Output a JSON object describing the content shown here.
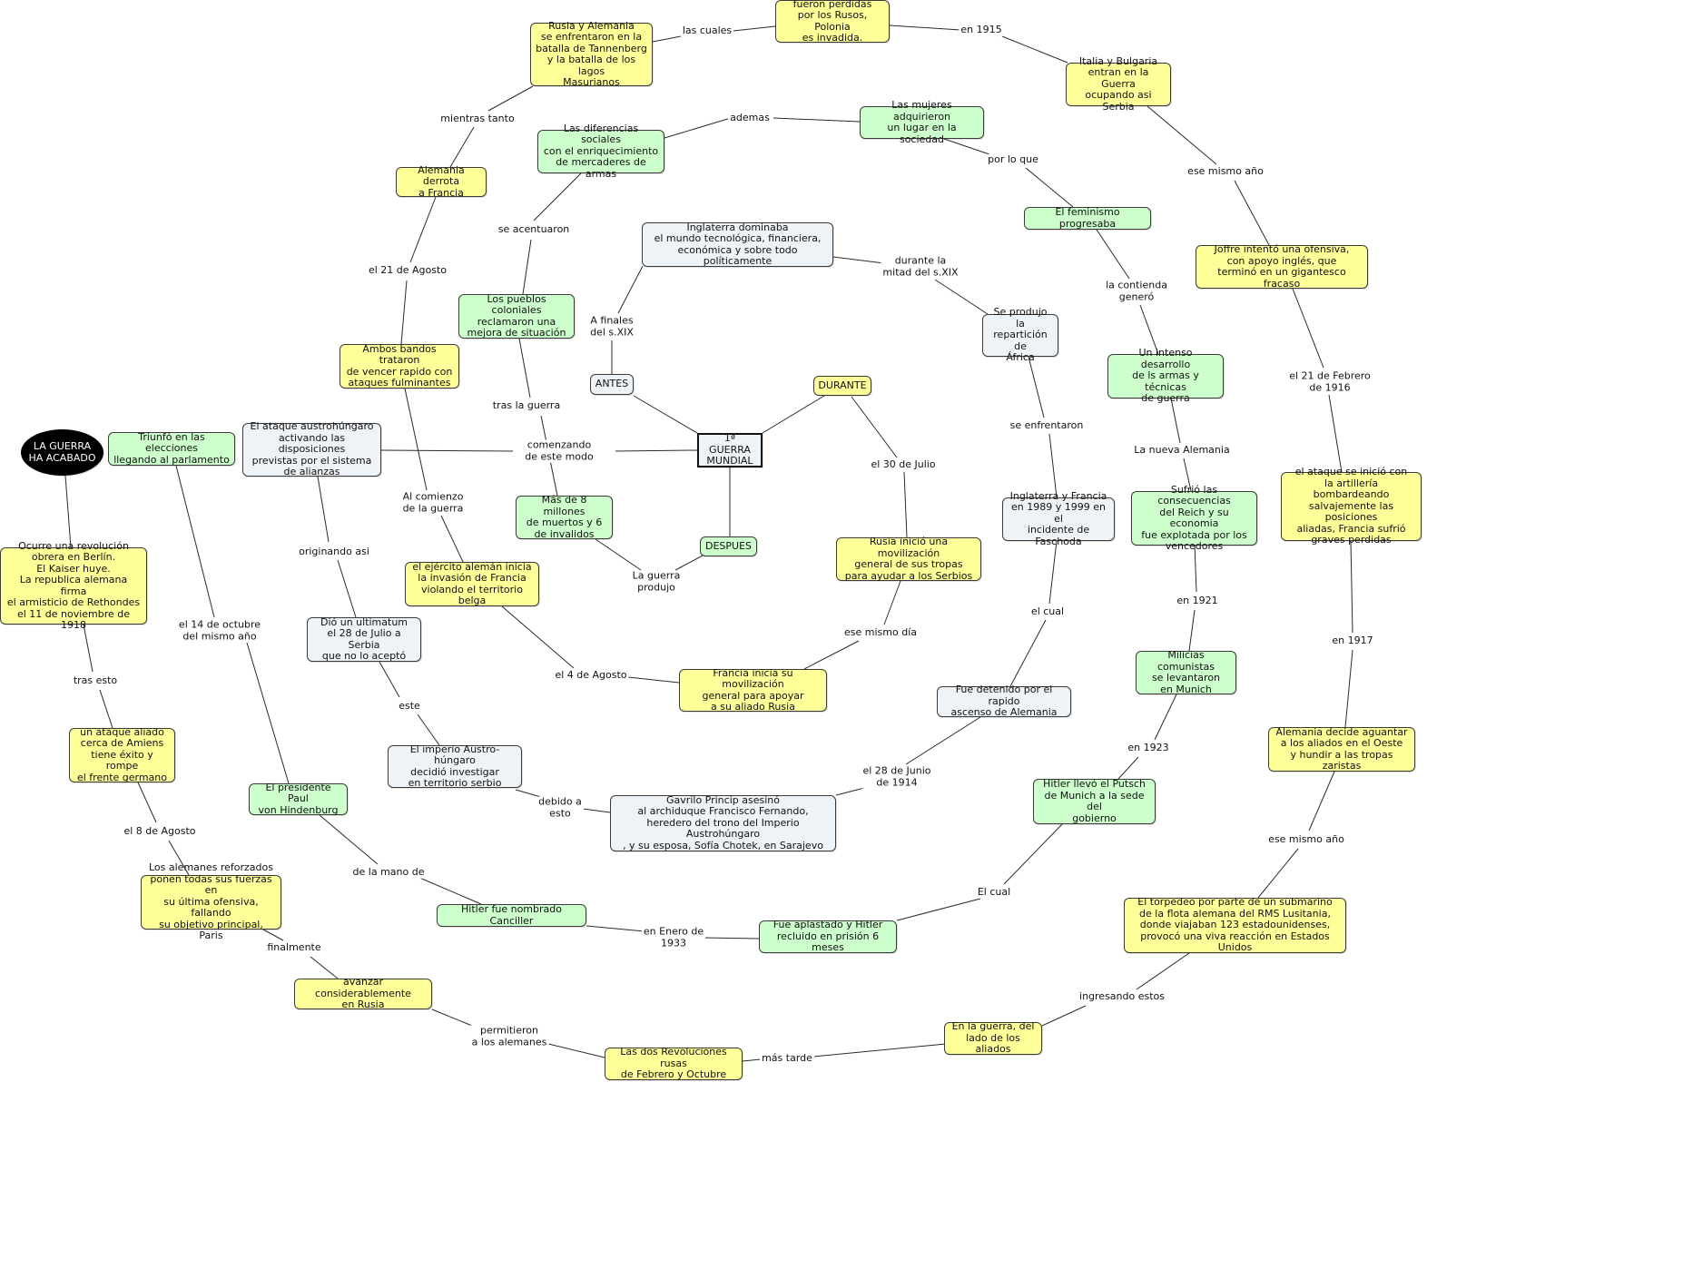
{
  "colors": {
    "yellow": "#ffff99",
    "green": "#ccffcc",
    "gray": "#eef3f7",
    "black": "#000000"
  },
  "nodes": {
    "center": "1ª GUERRA\nMUNDIAL",
    "antes": "ANTES",
    "durante": "DURANTE",
    "despues": "DESPUES",
    "inglaterra": "Inglaterra dominaba\nel mundo tecnológica, financiera,\neconómica y sobre todo políticamente",
    "reparticion": "Se produjo la\nrepartición de\nÁfrica",
    "faschoda": "Inglaterra y Francia\nen 1989 y 1999 en el\nincidente de Faschoda",
    "detenido": "Fue detenido por el rapido\nascenso de Alemania",
    "gavrilo": "Gavrilo Princip asesinó\nal archiduque Francisco Fernando,\nheredero del trono del Imperio Austrohúngaro\n, y su esposa, Sofía Chotek, en Sarajevo",
    "imperio": "El imperio Austro-húngaro\ndecidió investigar\nen territorio serbio",
    "ultimatum": "Dió un ultimatum\nel 28 de Julio a Serbia\nque no lo aceptó",
    "ataque_austro": "El ataque austrohúngaro\nactivando las disposiciones\nprevistas por el sistema\nde alianzas",
    "rusia_mov": "Rusia inició una movilización\ngeneral de sus tropas\npara ayudar a los Serbios",
    "francia_mov": "Francia inicia su movilización\ngeneral para apoyar\na su aliado Rusia",
    "ejercito": "el ejército alemán inicia\nla invasión de Francia\nviolando el territorio belga",
    "ambos": "Ambos bandos trataron\nde vencer rapido con\nataques fulminantes",
    "derrota": "Alemania derrota\na Francia",
    "tannenberg": "Rusia y Alemania\nse enfrentaron en la\nbatalla de Tannenberg\ny la batalla de los lagos\nMasurianos",
    "perdidas": "fueron perdidas\npor los Rusos, Polonia\nes invadida.",
    "italia": "Italia y Bulgaria\nentran en la Guerra\nocupando asi Serbia",
    "joffre": "Joffre intentó una ofensiva,\ncon apoyo inglés, que\nterminó en un gigantesco fracaso",
    "artilleria": "el ataque se inició con\nla artillería bombardeando\nsalvajemente las posiciones\naliadas, Francia sufrió\ngraves perdidas",
    "aguantar": "Alemania decide aguantar\na los aliados en el Oeste\ny hundir a las tropas zaristas",
    "lusitania": "El torpedeo por parte de un submarino\nde la flota alemana del RMS Lusitania,\ndonde viajaban 123 estadounidenses,\nprovocó una viva reacción en Estados Unidos",
    "aliados": "En la guerra, del\nlado de los aliados",
    "revoluciones": "Las dos Revoluciones rusas\nde Febrero y Octubre",
    "rusia_avance": "avanzar considerablemente\nen Rusia",
    "reforzados": "Los alemanes reforzados\nponen todas sus fuerzas en\nsu última ofensiva, fallando\nsu objetivo principal, Paris",
    "amiens": "un ataque aliado\ncerca de Amiens\ntiene éxito y rompe\nel frente germano",
    "revolucion": "Ocurre una revolución\nobrera en Berlín.\nEl Kaiser huye.\nLa republica alemana firma\nel armisticio de Rethondes\nel 11 de noviembre de 1918",
    "acabado": "LA GUERRA\nHA ACABADO",
    "millones": "Más de 8 millones\nde muertos y 6\nde invalidos",
    "coloniales": "Los pueblos coloniales\nreclamaron una\nmejora de situación",
    "diferencias": "Las diferencias sociales\ncon el enriquecimiento\nde mercaderes de armas",
    "mujeres": "Las mujeres adquirieron\nun lugar en la sociedad",
    "feminismo": "El feminismo progresaba",
    "desarrollo": "Un intenso desarrollo\nde ls armas y técnicas\nde guerra",
    "sufrio": "Sufrió las consecuencias\ndel Reich y su economia\nfue explotada por los\nvencedores",
    "milicias": "Milicias comunistas\nse levantaron\nen Munich",
    "putsch": "Hitler llevó el Putsch\nde Munich a la sede del\ngobierno",
    "aplastado": "Fue aplastado y Hitler\nrecluido en prisión 6 meses",
    "canciller": "Hitler fue nombrado Canciller",
    "hindenburg": "El presidente Paul\nvon Hindenburg",
    "triunfo": "Triunfó en las elecciones\nllegando al parlamento"
  },
  "links": {
    "a_finales": "A finales\ndel s.XIX",
    "durante_mitad": "durante la\nmitad del s.XIX",
    "se_enfrentaron": "se enfrentaron",
    "el_cual": "el cual",
    "el_28_junio": "el 28 de Junio\nde 1914",
    "debido": "debido a\nesto",
    "este": "este",
    "originando": "originando asi",
    "comenzando": "comenzando\nde este modo",
    "el_30_julio": "el 30 de Julio",
    "ese_mismo_dia": "ese mismo día",
    "el_4_agosto": "el 4 de Agosto",
    "al_comienzo": "Al comienzo\nde la guerra",
    "el_21_agosto": "el 21 de Agosto",
    "mientras_tanto": "mientras tanto",
    "las_cuales": "las cuales",
    "en_1915": "en 1915",
    "ese_mismo_ano_1": "ese mismo año",
    "el_21_febrero": "el 21 de Febrero\nde 1916",
    "en_1917": "en 1917",
    "ese_mismo_ano_2": "ese mismo año",
    "ingresando": "ingresando estos",
    "mas_tarde": "más tarde",
    "permitieron": "permitieron\na los alemanes",
    "finalmente": "finalmente",
    "el_8_agosto": "el 8 de Agosto",
    "tras_esto": "tras esto",
    "la_guerra_produjo": "La guerra\nprodujo",
    "tras_la_guerra": "tras la guerra",
    "se_acentuaron": "se acentuaron",
    "ademas": "ademas",
    "por_lo_que": "por lo que",
    "la_contienda": "la contienda\ngeneró",
    "la_nueva_alemania": "La nueva Alemania",
    "en_1921": "en 1921",
    "en_1923": "en 1923",
    "el_cual_2": "El cual",
    "en_enero": "en Enero de\n1933",
    "de_la_mano": "de la mano de",
    "el_14_octubre": "el 14 de octubre\ndel mismo año"
  }
}
